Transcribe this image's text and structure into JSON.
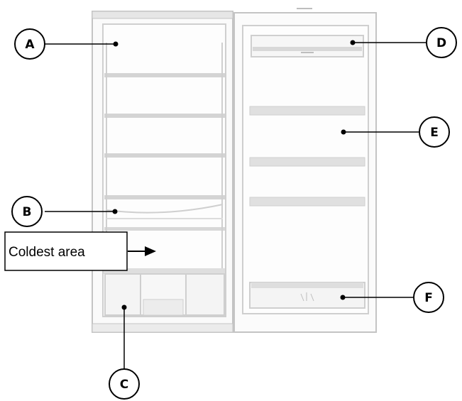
{
  "callouts": [
    {
      "id": "A",
      "label": "A"
    },
    {
      "id": "B",
      "label": "B"
    },
    {
      "id": "C",
      "label": "C"
    },
    {
      "id": "D",
      "label": "D"
    },
    {
      "id": "E",
      "label": "E"
    },
    {
      "id": "F",
      "label": "F"
    }
  ],
  "note": {
    "text": "Coldest area"
  },
  "colors": {
    "outline": "#c8c8c8",
    "shelf": "#d2d2d2",
    "line": "#000000"
  }
}
